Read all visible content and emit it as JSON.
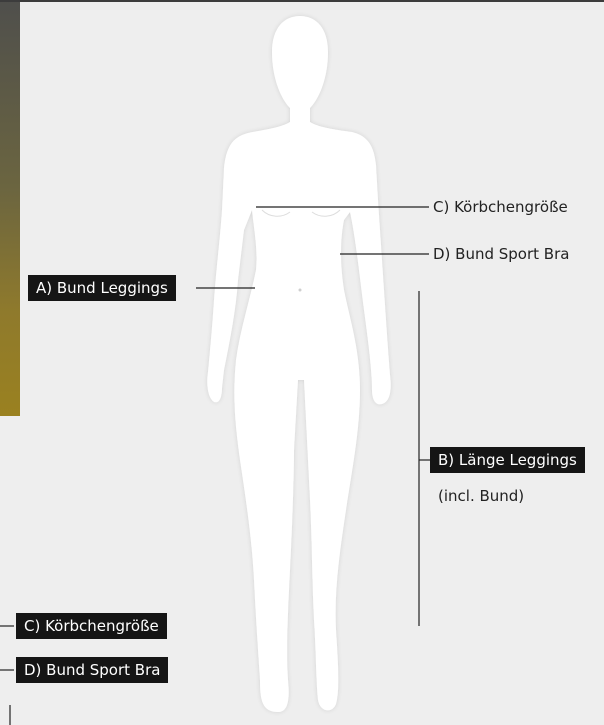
{
  "annotations": {
    "cup_size": "C) Körbchengröße",
    "sport_bra_band": "D) Bund Sport Bra",
    "leggings_waistband": "A) Bund Leggings",
    "leggings_length": "B) Länge Leggings",
    "leggings_length_note": "(incl. Bund)"
  },
  "colors": {
    "background": "#eeeeee",
    "figure_fill": "#ffffff",
    "label_box": "#151515",
    "accent_strip": "#9a8120"
  }
}
